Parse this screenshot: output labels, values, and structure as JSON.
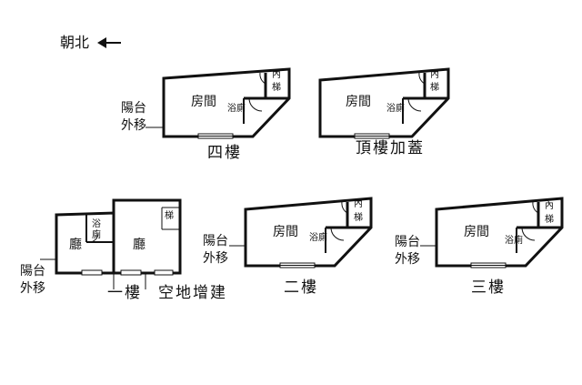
{
  "compass": {
    "label": "朝北"
  },
  "rooms": {
    "bedroom": "房間",
    "bathroom": "浴廁",
    "stairs_inner": [
      "內",
      "梯"
    ],
    "stairs": "梯",
    "hall": "廳",
    "bath_split": [
      "浴",
      "廁"
    ]
  },
  "side_notes": {
    "balcony_moved_out": [
      "陽台",
      "外移"
    ],
    "empty_lot_extension": "空地增建"
  },
  "floors": {
    "first": "一樓",
    "second": "二樓",
    "third": "三樓",
    "fourth": "四樓",
    "rooftop": "頂樓加蓋"
  }
}
